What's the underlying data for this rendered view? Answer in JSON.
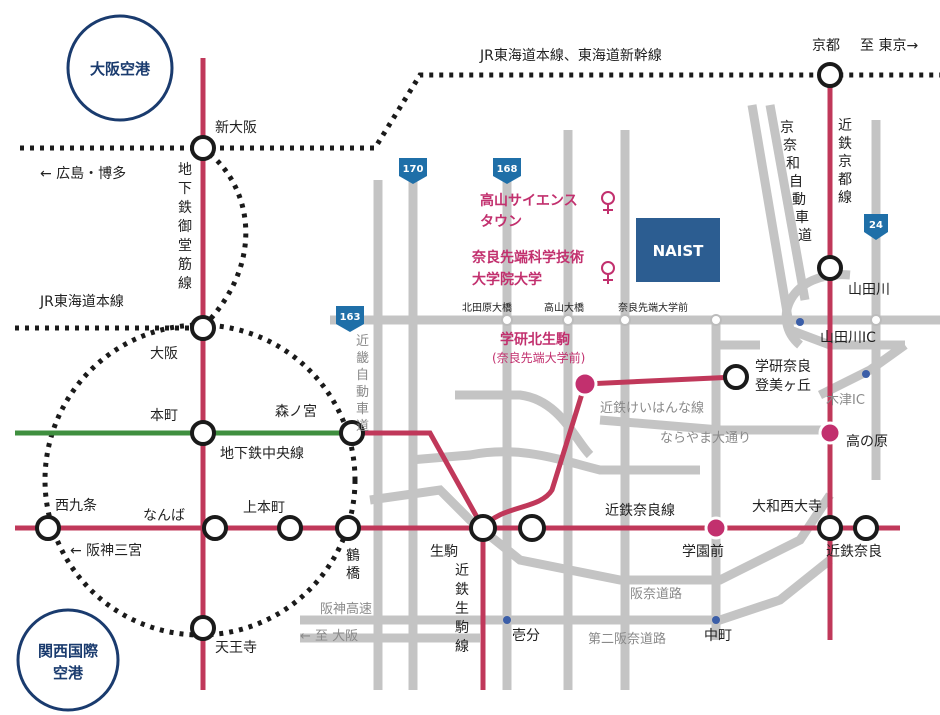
{
  "colors": {
    "jr": "#1a1a1a",
    "kintetsu": "#c0385a",
    "chuo": "#3f8f3f",
    "highway": "#c2c2c2",
    "pink": "#c2306e",
    "naist": "#2c5d91",
    "shield": "#1f6fa8",
    "airport": "#1a3b6e"
  },
  "airports": {
    "osaka": "大阪空港",
    "kansai_line1": "関西国際",
    "kansai_line2": "空港"
  },
  "railways": {
    "jr_tokaido_shinkansen": "JR東海道本線、東海道新幹線",
    "jr_tokaido": "JR東海道本線",
    "to_hiroshima": "← 広島・博多",
    "to_tokyo": "至 東京→",
    "to_hanshin_sannomiya": "← 阪神三宮",
    "subway_midosuji": [
      "地",
      "下",
      "鉄",
      "御",
      "堂",
      "筋",
      "線"
    ],
    "subway_chuo": "地下鉄中央線",
    "kintetsu_kyoto": [
      "近",
      "鉄",
      "京",
      "都",
      "線"
    ],
    "kintetsu_nara": "近鉄奈良線",
    "kintetsu_keihanna": "近鉄けいはんな線",
    "kintetsu_ikoma": [
      "近",
      "鉄",
      "生",
      "駒",
      "線"
    ]
  },
  "stations": {
    "shin_osaka": "新大阪",
    "osaka": "大阪",
    "honmachi": "本町",
    "morinomiya": "森ノ宮",
    "nishikujo": "西九条",
    "namba": "なんば",
    "uehommachi": "上本町",
    "tsuruhashi": [
      "鶴",
      "橋"
    ],
    "tennoji": "天王寺",
    "ikoma": "生駒",
    "gakkenkitaikoma": "学研北生駒",
    "gakkenkitaikoma_sub": "(奈良先端大学前)",
    "gakken_nara_tomigaoka_1": "学研奈良",
    "gakken_nara_tomigaoka_2": "登美ヶ丘",
    "kyoto": "京都",
    "yamadagawa": "山田川",
    "takanohara": "高の原",
    "yamato_saidaiji": "大和西大寺",
    "gakuenmae": "学園前",
    "kintetsu_nara": "近鉄奈良"
  },
  "roads": {
    "keinawa_expressway": [
      "京",
      "奈",
      "和",
      "自",
      "動",
      "車",
      "道"
    ],
    "kinki_expressway": [
      "近",
      "畿",
      "自",
      "動",
      "車",
      "道"
    ],
    "naraya_odori": "ならやま大通り",
    "hannna_road": "阪奈道路",
    "daini_hannna_road": "第二阪奈道路",
    "hanshin_expressway": "阪神高速",
    "to_osaka": "← 至 大阪",
    "yamadagawa_ic": "山田川IC",
    "kizu_ic": "木津IC",
    "kitatawara_ohashi": "北田原大橋",
    "takayama_ohashi": "高山大橋",
    "nara_sentan_daigakumae": "奈良先端大学前",
    "ichibu": "壱分",
    "nakamachi": "中町"
  },
  "route_shields": {
    "r170": "170",
    "r168": "168",
    "r163": "163",
    "r24": "24"
  },
  "places": {
    "takayama_science_town_1": "高山サイエンス",
    "takayama_science_town_2": "タウン",
    "naist_full_1": "奈良先端科学技術",
    "naist_full_2": "大学院大学",
    "naist": "NAIST"
  }
}
